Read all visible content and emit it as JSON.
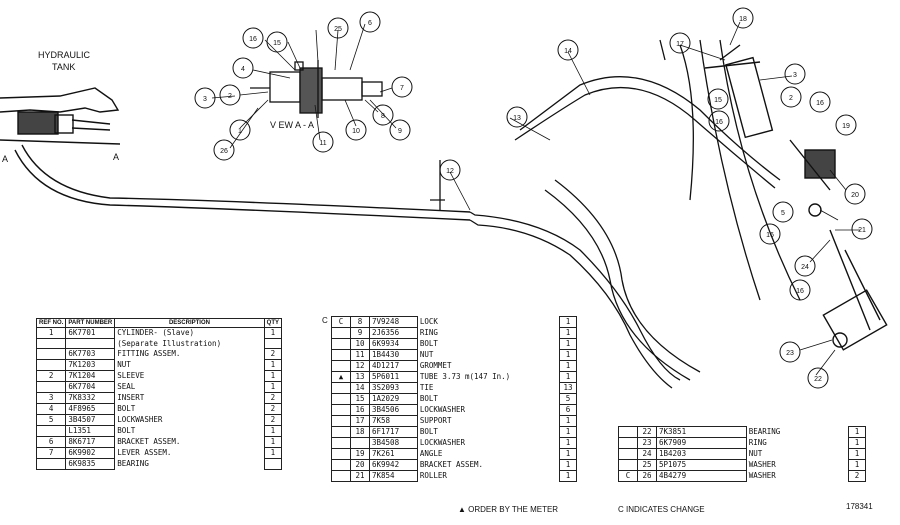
{
  "labels": {
    "tank": [
      "HYDRAULIC",
      "TANK"
    ],
    "view": "V EW A - A",
    "sectionA": "A"
  },
  "callouts": [
    "16",
    "15",
    "25",
    "6",
    "4",
    "2",
    "3",
    "7",
    "8",
    "9",
    "10",
    "11",
    "1",
    "26",
    "12",
    "13",
    "14",
    "18",
    "17",
    "3",
    "2",
    "16",
    "15",
    "16",
    "19",
    "20",
    "5",
    "16",
    "21",
    "24",
    "16",
    "23",
    "22"
  ],
  "table1": {
    "headers": [
      "REF NO.",
      "PART NUMBER",
      "DESCRIPTION",
      "QTY"
    ],
    "rows": [
      {
        "ref": "1",
        "part": "6K7701",
        "desc": "CYLINDER- (Slave)",
        "qty": "1"
      },
      {
        "ref": "",
        "part": "",
        "desc": "(Separate Illustration)",
        "qty": ""
      },
      {
        "ref": "",
        "part": "6K7703",
        "desc": "FITTING ASSEM.",
        "qty": "2"
      },
      {
        "ref": "",
        "part": "7K1203",
        "desc": "NUT",
        "qty": "1"
      },
      {
        "ref": "2",
        "part": "7K1204",
        "desc": "SLEEVE",
        "qty": "1"
      },
      {
        "ref": "",
        "part": "6K7704",
        "desc": "SEAL",
        "qty": "1"
      },
      {
        "ref": "3",
        "part": "7K8332",
        "desc": "INSERT",
        "qty": "2"
      },
      {
        "ref": "4",
        "part": "4F8965",
        "desc": "BOLT",
        "qty": "2"
      },
      {
        "ref": "5",
        "part": "3B4507",
        "desc": "LOCKWASHER",
        "qty": "2"
      },
      {
        "ref": "",
        "part": "L1351",
        "desc": "BOLT",
        "qty": "1"
      },
      {
        "ref": "6",
        "part": "8K6717",
        "desc": "BRACKET ASSEM.",
        "qty": "1"
      },
      {
        "ref": "7",
        "part": "6K9902",
        "desc": "LEVER ASSEM.",
        "qty": "1"
      },
      {
        "ref": "",
        "part": "6K9835",
        "desc": "BEARING",
        "qty": ""
      }
    ]
  },
  "table2": {
    "rows": [
      {
        "c": "C",
        "ref": "8",
        "part": "7V9248",
        "desc": "LOCK",
        "qty": "1"
      },
      {
        "c": "",
        "ref": "9",
        "part": "2J6356",
        "desc": "RING",
        "qty": "1"
      },
      {
        "c": "",
        "ref": "10",
        "part": "6K9934",
        "desc": "BOLT",
        "qty": "1"
      },
      {
        "c": "",
        "ref": "11",
        "part": "1B4430",
        "desc": "NUT",
        "qty": "1"
      },
      {
        "c": "",
        "ref": "12",
        "part": "4D1217",
        "desc": "GROMMET",
        "qty": "1"
      },
      {
        "c": "▲",
        "ref": "13",
        "part": "5P6011",
        "desc": "TUBE 3.73 m(147 In.)",
        "qty": "1"
      },
      {
        "c": "",
        "ref": "14",
        "part": "3S2093",
        "desc": "TIE",
        "qty": "13"
      },
      {
        "c": "",
        "ref": "15",
        "part": "1A2029",
        "desc": "BOLT",
        "qty": "5"
      },
      {
        "c": "",
        "ref": "16",
        "part": "3B4506",
        "desc": "LOCKWASHER",
        "qty": "6"
      },
      {
        "c": "",
        "ref": "17",
        "part": "7K58",
        "desc": "SUPPORT",
        "qty": "1"
      },
      {
        "c": "",
        "ref": "18",
        "part": "6F1717",
        "desc": "BOLT",
        "qty": "1"
      },
      {
        "c": "",
        "ref": "",
        "part": "3B4508",
        "desc": "LOCKWASHER",
        "qty": "1"
      },
      {
        "c": "",
        "ref": "19",
        "part": "7K261",
        "desc": "ANGLE",
        "qty": "1"
      },
      {
        "c": "",
        "ref": "20",
        "part": "6K9942",
        "desc": "BRACKET ASSEM.",
        "qty": "1"
      },
      {
        "c": "",
        "ref": "21",
        "part": "7K854",
        "desc": "ROLLER",
        "qty": "1"
      }
    ],
    "note": "▲ ORDER BY THE METER"
  },
  "table3": {
    "rows": [
      {
        "c": "",
        "ref": "22",
        "part": "7K3851",
        "desc": "BEARING",
        "qty": "1"
      },
      {
        "c": "",
        "ref": "23",
        "part": "6K7909",
        "desc": "RING",
        "qty": "1"
      },
      {
        "c": "",
        "ref": "24",
        "part": "1B4203",
        "desc": "NUT",
        "qty": "1"
      },
      {
        "c": "",
        "ref": "25",
        "part": "5P1075",
        "desc": "WASHER",
        "qty": "1"
      },
      {
        "c": "C",
        "ref": "26",
        "part": "4B4279",
        "desc": "WASHER",
        "qty": "2"
      }
    ],
    "note": "C INDICATES CHANGE",
    "figure": "178341"
  }
}
